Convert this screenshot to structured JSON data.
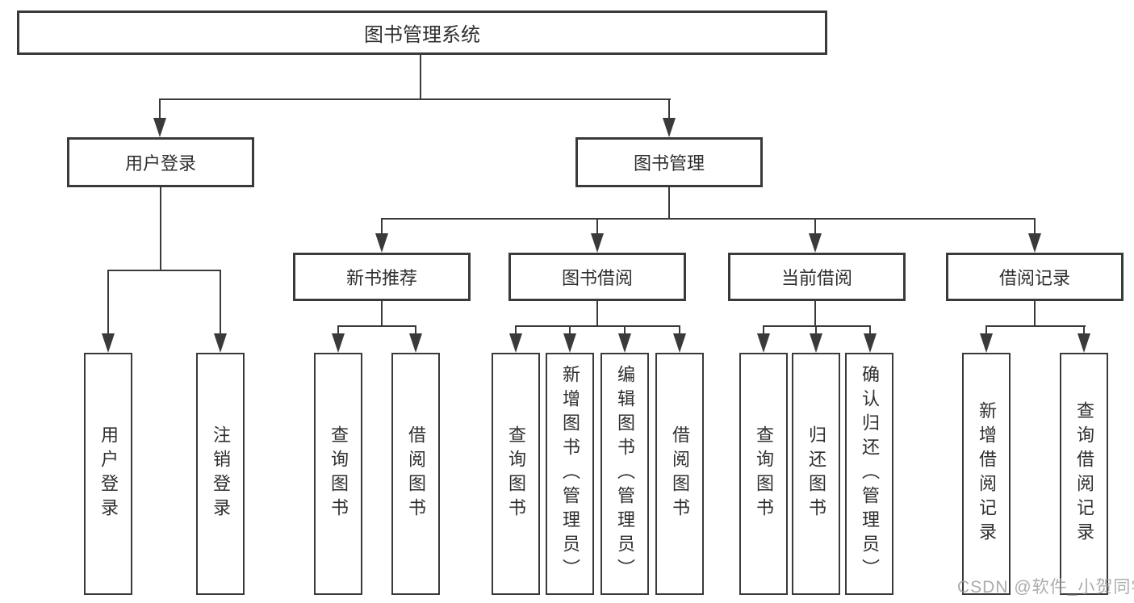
{
  "diagram": {
    "root": {
      "label": "图书管理系统"
    },
    "level2": {
      "user_login": {
        "label": "用户登录"
      },
      "book_mgmt": {
        "label": "图书管理"
      }
    },
    "level3": {
      "new_books": {
        "label": "新书推荐"
      },
      "book_borrow": {
        "label": "图书借阅"
      },
      "current_borrow": {
        "label": "当前借阅"
      },
      "borrow_records": {
        "label": "借阅记录"
      }
    },
    "leaves": {
      "user_login_leaf": {
        "label": "用户登录"
      },
      "logout_leaf": {
        "label": "注销登录"
      },
      "nb_query": {
        "label": "查询图书"
      },
      "nb_borrow": {
        "label": "借阅图书"
      },
      "bb_query": {
        "label": "查询图书"
      },
      "bb_add": {
        "label": "新增图书（管理员）"
      },
      "bb_edit": {
        "label": "编辑图书（管理员）"
      },
      "bb_borrow": {
        "label": "借阅图书"
      },
      "cb_query": {
        "label": "查询图书"
      },
      "cb_return": {
        "label": "归还图书"
      },
      "cb_confirm": {
        "label": "确认归还（管理员）"
      },
      "br_add": {
        "label": "新增借阅记录"
      },
      "br_query": {
        "label": "查询借阅记录"
      }
    },
    "watermark": "CSDN @软件_小贺同学",
    "colors": {
      "line": "#3a3a3a",
      "text": "#2f2f2f",
      "watermark": "#9e9e9e",
      "background": "#ffffff"
    }
  }
}
